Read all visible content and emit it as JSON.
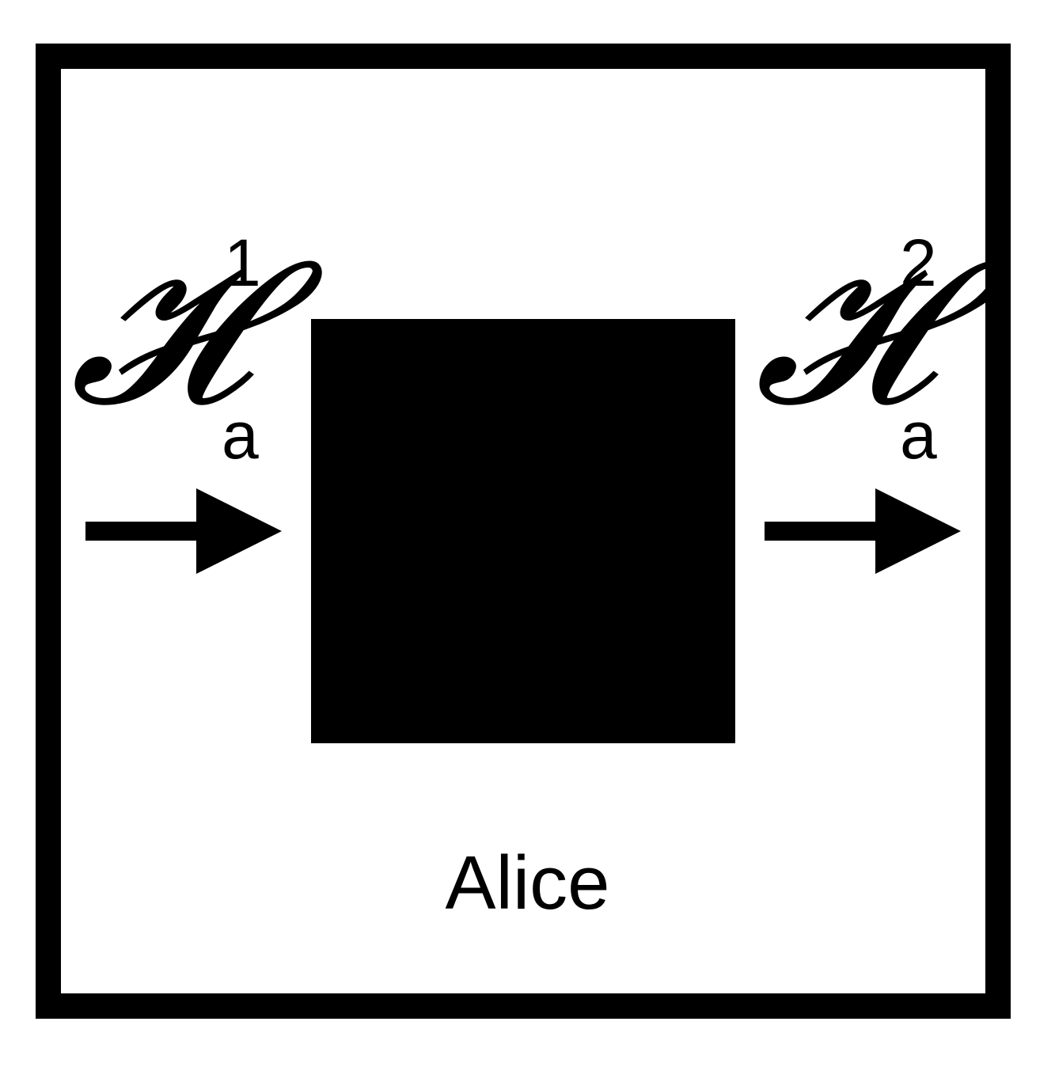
{
  "diagram": {
    "node_label": "Alice",
    "input_space": {
      "symbol": "𝓗",
      "superscript": "1",
      "subscript": "a"
    },
    "output_space": {
      "symbol": "𝓗",
      "superscript": "2",
      "subscript": "a"
    },
    "colors": {
      "foreground": "#000000",
      "background": "#ffffff"
    }
  }
}
